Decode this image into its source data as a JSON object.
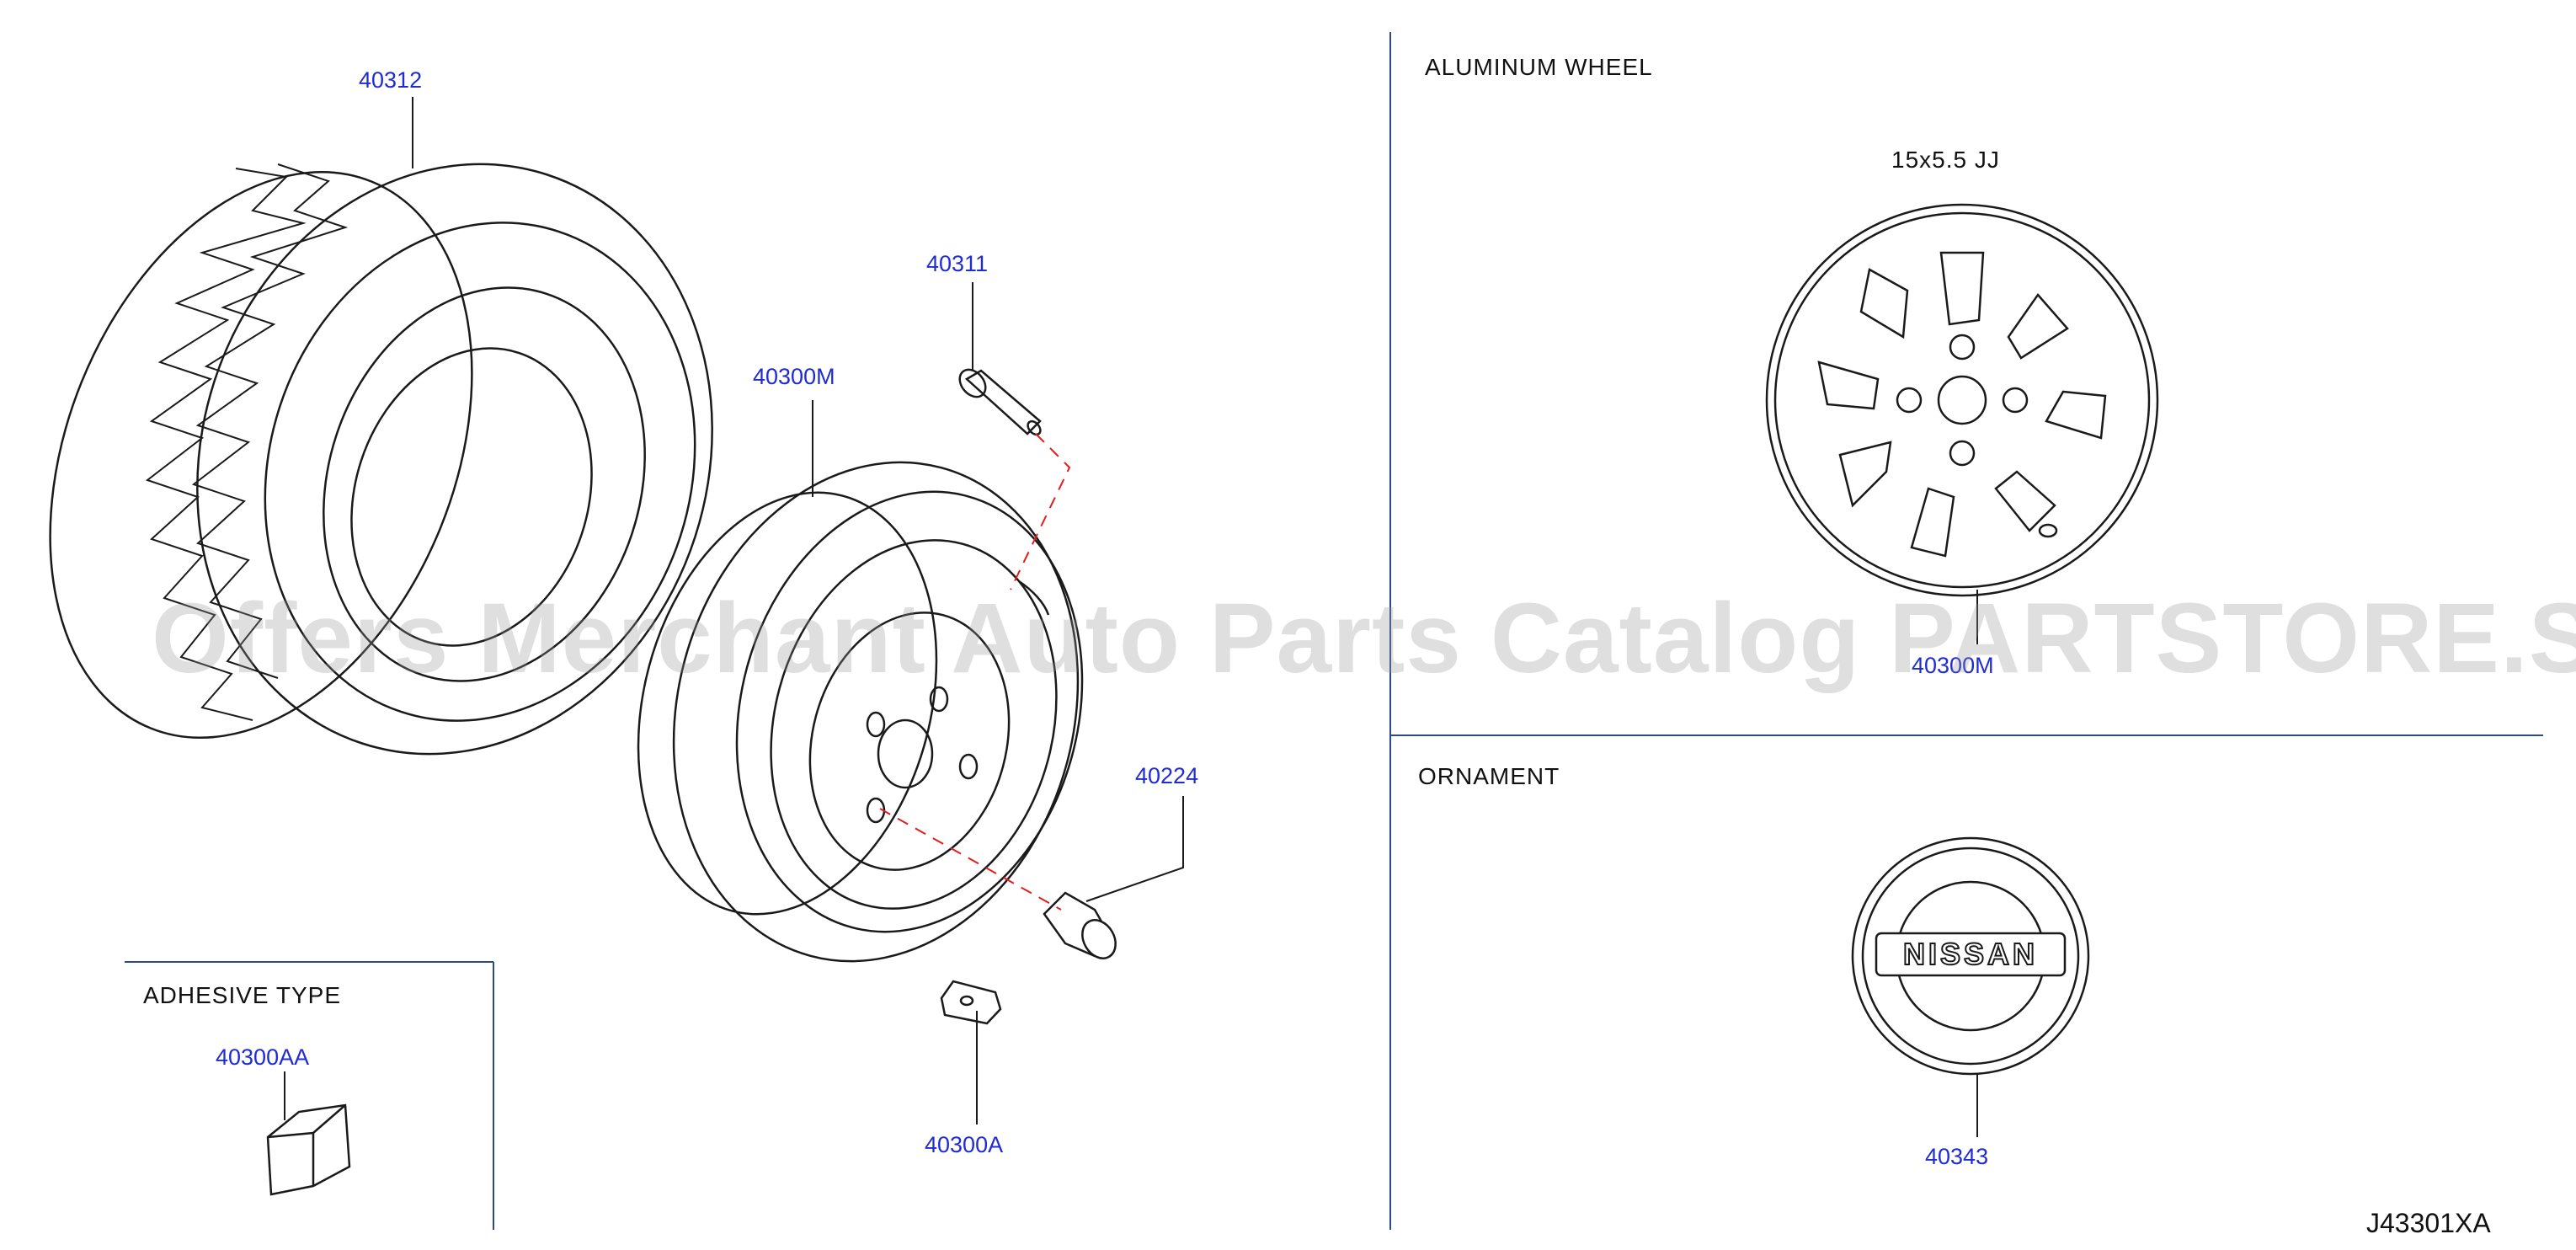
{
  "sections": {
    "aluminum": "ALUMINUM   WHEEL",
    "size": "15x5.5   JJ",
    "ornament": "ORNAMENT",
    "adhesive": "ADHESIVE   TYPE"
  },
  "parts": {
    "tire": "40312",
    "valve": "40311",
    "steel_wheel": "40300M",
    "nut": "40224",
    "weight": "40300A",
    "adhesive_weight": "40300AA",
    "alloy_wheel": "40300M",
    "ornament": "40343"
  },
  "ornament_text": "NISSAN",
  "diagram_code": "J43301XA",
  "watermark": "Offers Merchant Auto Parts Catalog PARTSTORE.SA",
  "colors": {
    "part_number": "#1f2bd6",
    "leader_dashed": "#e11d1d",
    "line": "#1a1a1a",
    "divider": "#2b4a86"
  }
}
